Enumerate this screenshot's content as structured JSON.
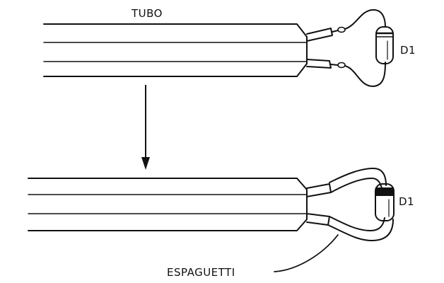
{
  "labels": {
    "tube": "TUBO",
    "diode_top": "D1",
    "diode_bottom": "D1",
    "sleeving": "ESPAGUETTI"
  },
  "colors": {
    "ink": "#111111",
    "paper": "#ffffff"
  }
}
